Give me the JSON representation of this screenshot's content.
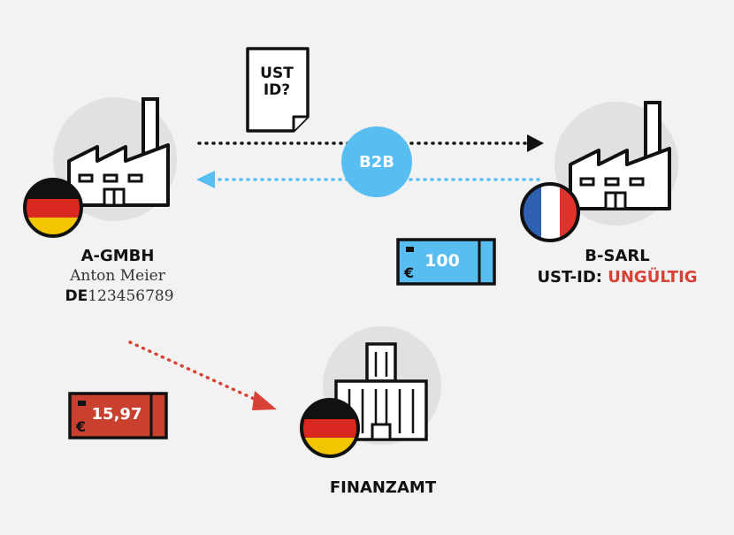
{
  "colors": {
    "background": "#f2f2f2",
    "ink": "#111111",
    "circle": "#e1e1e1",
    "accent_blue": "#58bdf0",
    "accent_red": "#d84236",
    "money_red": "#c9402e"
  },
  "document": {
    "line1": "UST",
    "line2": "ID?"
  },
  "b2b_badge": "B2B",
  "company_a": {
    "name": "A-GMBH",
    "contact": "Anton Meier",
    "vat_prefix": "DE",
    "vat_number": "123456789",
    "flag": "germany-flag-icon"
  },
  "company_b": {
    "name": "B-SARL",
    "vat_label": "UST-ID:",
    "vat_status": "UNGÜLTIG",
    "flag": "france-flag-icon"
  },
  "payment_blue": {
    "amount": "100",
    "currency": "€"
  },
  "payment_red": {
    "amount": "15,97",
    "currency": "€"
  },
  "tax_office": {
    "name": "FINANZAMT",
    "flag": "germany-flag-icon"
  }
}
